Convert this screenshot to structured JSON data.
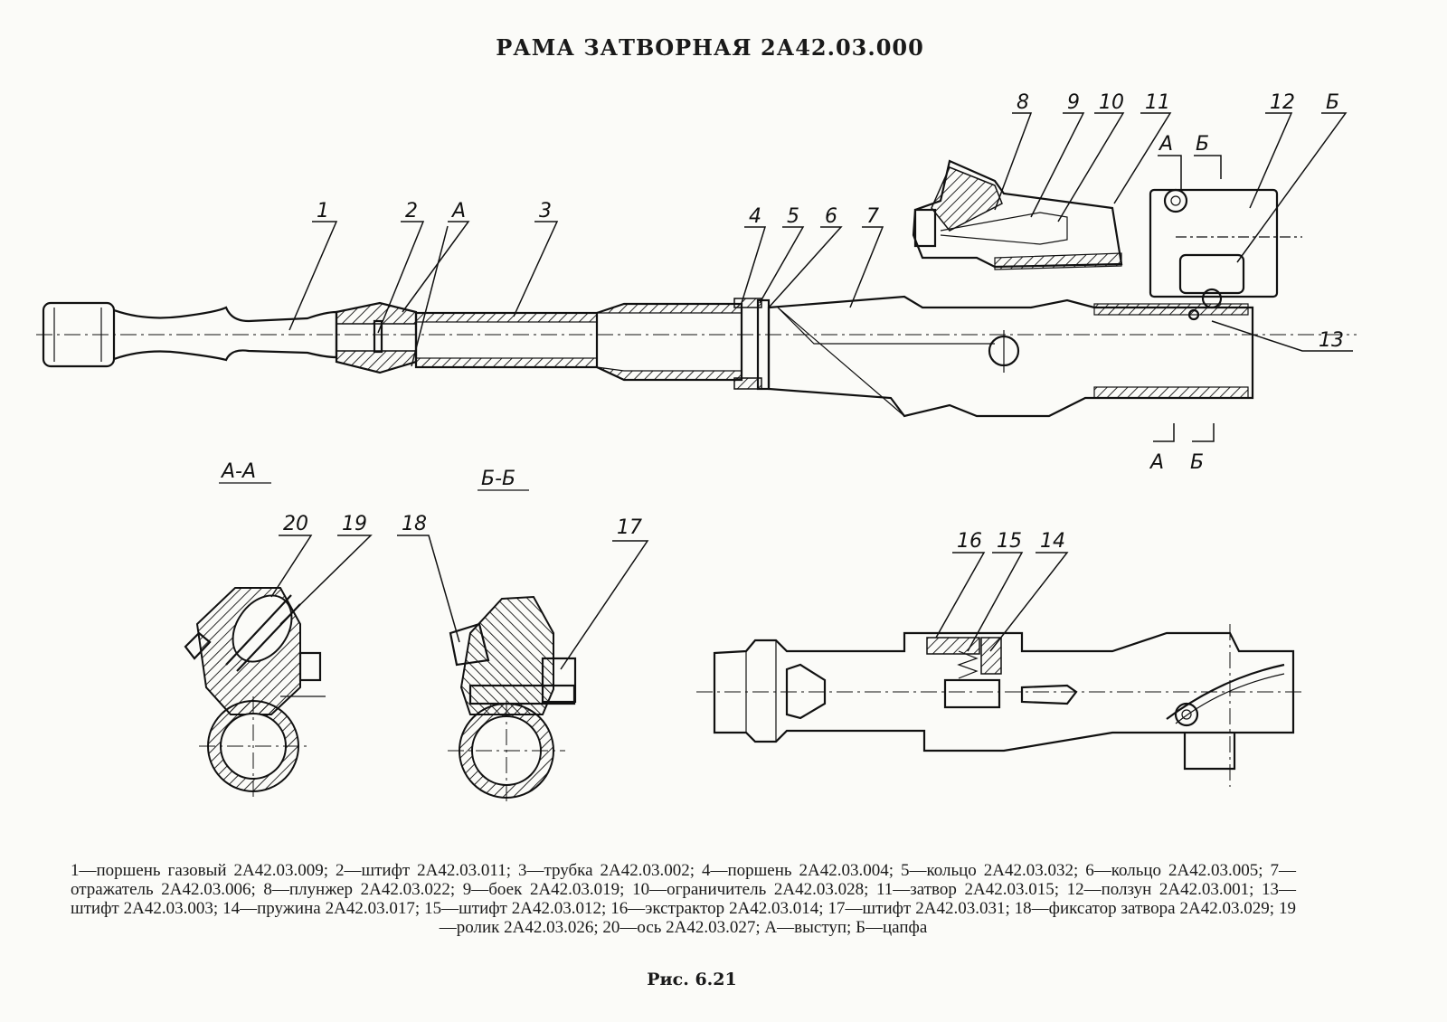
{
  "title": "РАМА ЗАТВОРНАЯ 2А42.03.000",
  "callouts": {
    "c1": "1",
    "c2": "2",
    "cA": "A",
    "c3": "3",
    "c4": "4",
    "c5": "5",
    "c6": "6",
    "c7": "7",
    "c8": "8",
    "c9": "9",
    "c10": "10",
    "c11": "11",
    "c12": "12",
    "cB": "Б",
    "c13": "13",
    "c14": "14",
    "c15": "15",
    "c16": "16",
    "c17": "17",
    "c18": "18",
    "c19": "19",
    "c20": "20"
  },
  "section_marks": {
    "top_a": "A",
    "top_b": "Б",
    "bottom_a": "A",
    "bottom_b": "Б"
  },
  "section_views": {
    "aa": "A-A",
    "bb": "Б-Б"
  },
  "legend_text": "1—поршень газовый 2А42.03.009; 2—штифт 2А42.03.011; 3—трубка 2А42.03.002; 4—поршень 2А42.03.004; 5—кольцо 2А42.03.032; 6—кольцо 2А42.03.005; 7—отражатель 2А42.03.006; 8—плунжер 2А42.03.022; 9—боек 2А42.03.019; 10—ограничитель 2А42.03.028; 11—затвор 2А42.03.015; 12—ползун 2А42.03.001; 13—штифт 2А42.03.003; 14—пружина 2А42.03.017; 15—штифт 2А42.03.012; 16—экстрактор 2А42.03.014; 17—штифт 2А42.03.031; 18—фиксатор затвора 2А42.03.029; 19—ролик 2А42.03.026; 20—ось 2А42.03.027; А—выступ; Б—цапфа",
  "figure_caption": "Рис. 6.21"
}
